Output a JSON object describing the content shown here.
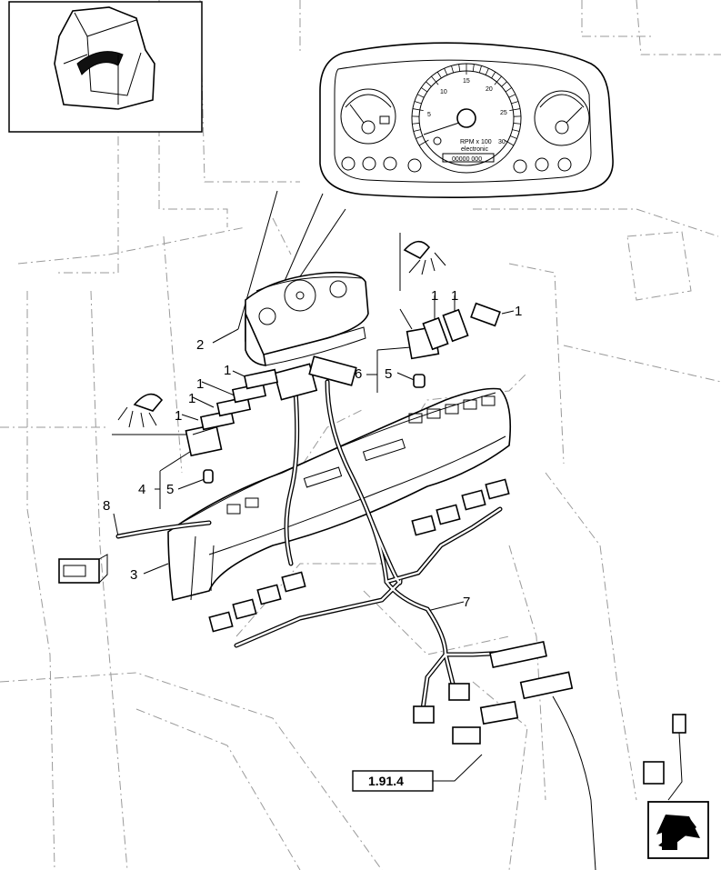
{
  "callouts": [
    {
      "id": "c1a",
      "label": "1"
    },
    {
      "id": "c1b",
      "label": "1"
    },
    {
      "id": "c1c",
      "label": "1"
    },
    {
      "id": "c1d",
      "label": "1"
    },
    {
      "id": "c1e",
      "label": "1"
    },
    {
      "id": "c1f",
      "label": "1"
    },
    {
      "id": "c1g",
      "label": "1"
    },
    {
      "id": "c2",
      "label": "2"
    },
    {
      "id": "c3",
      "label": "3"
    },
    {
      "id": "c4",
      "label": "4"
    },
    {
      "id": "c5a",
      "label": "5"
    },
    {
      "id": "c5b",
      "label": "5"
    },
    {
      "id": "c6",
      "label": "6"
    },
    {
      "id": "c7",
      "label": "7"
    },
    {
      "id": "c8",
      "label": "8"
    }
  ],
  "reference_box": {
    "label": "1.91.4"
  },
  "instrument_cluster": {
    "tach_ticks": [
      "5",
      "10",
      "15",
      "20",
      "25",
      "30"
    ],
    "tach_unit": "RPM x 100",
    "tach_sub": "electronic",
    "odometer": "00000 000"
  },
  "icons": {
    "locator": "cab-locator-icon",
    "nav": "next-page-arrow-icon",
    "lamp": "light-bulb-icon"
  }
}
